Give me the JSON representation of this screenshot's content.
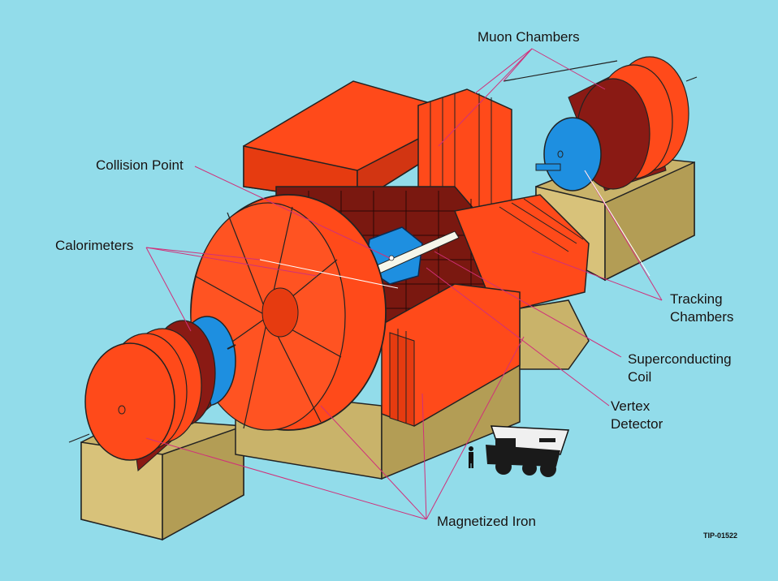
{
  "labels": {
    "muon_chambers": "Muon Chambers",
    "collision_point": "Collision Point",
    "calorimeters": "Calorimeters",
    "tracking_chambers_1": "Tracking",
    "tracking_chambers_2": "Chambers",
    "superconducting_coil_1": "Superconducting",
    "superconducting_coil_2": "Coil",
    "vertex_detector_1": "Vertex",
    "vertex_detector_2": "Detector",
    "magnetized_iron": "Magnetized Iron"
  },
  "figure_code": "TIP-01522",
  "colors": {
    "background": "#92dcea",
    "iron_red": "#ff4a1a",
    "dark_red": "#8a1a14",
    "tan_support": "#c9b36a",
    "blue_chamber": "#1e8fe0",
    "leader_line": "#d0307a"
  }
}
